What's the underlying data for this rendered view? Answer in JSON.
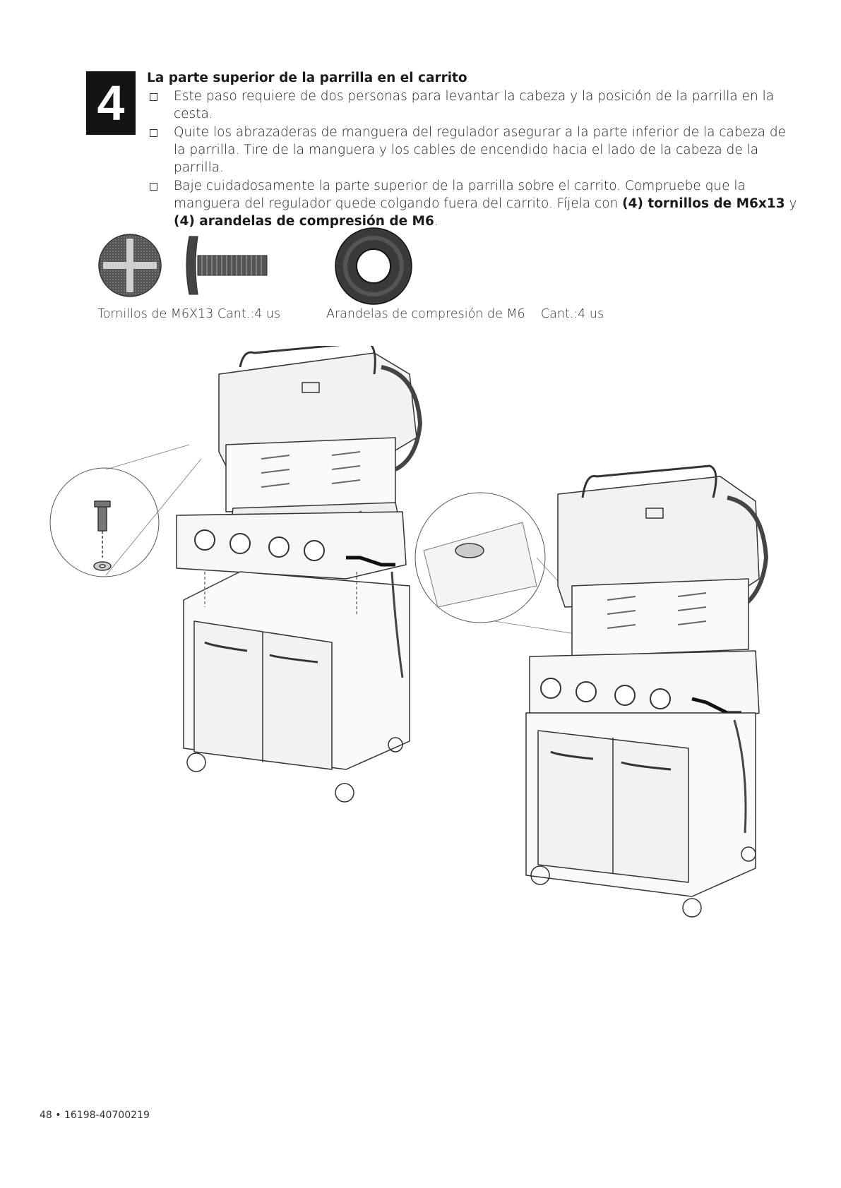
{
  "step": {
    "number": "4"
  },
  "instructions": {
    "title": "La parte superior de la parrilla en el carrito",
    "bullets": [
      {
        "text": "Este paso requiere de dos personas para levantar la cabeza y la posición de la parrilla en la cesta."
      },
      {
        "text": "Quite los abrazaderas de manguera del regulador asegurar a la parte inferior de la cabeza de la parrilla. Tire de la manguera y los cables de encendido hacia el lado de la cabeza de la parrilla."
      },
      {
        "pre": "Baje cuidadosamente la parte superior de la parrilla sobre el carrito. Compruebe que la manguera del regulador quede colgando fuera del carrito. Fíjela con ",
        "bold1": "(4) tornillos de M6x13",
        "mid": " y ",
        "bold2": "(4) arandelas de compresión de M6",
        "post": "."
      }
    ]
  },
  "parts": [
    {
      "label": "Tornillos de M6X13 Cant.:4 us",
      "icon": "screw-icon"
    },
    {
      "label": "Arandelas de compresión de M6    Cant.:4 us",
      "icon": "washer-icon"
    }
  ],
  "footer": {
    "page": "48",
    "separator": "•",
    "code": "16198-40700219"
  }
}
